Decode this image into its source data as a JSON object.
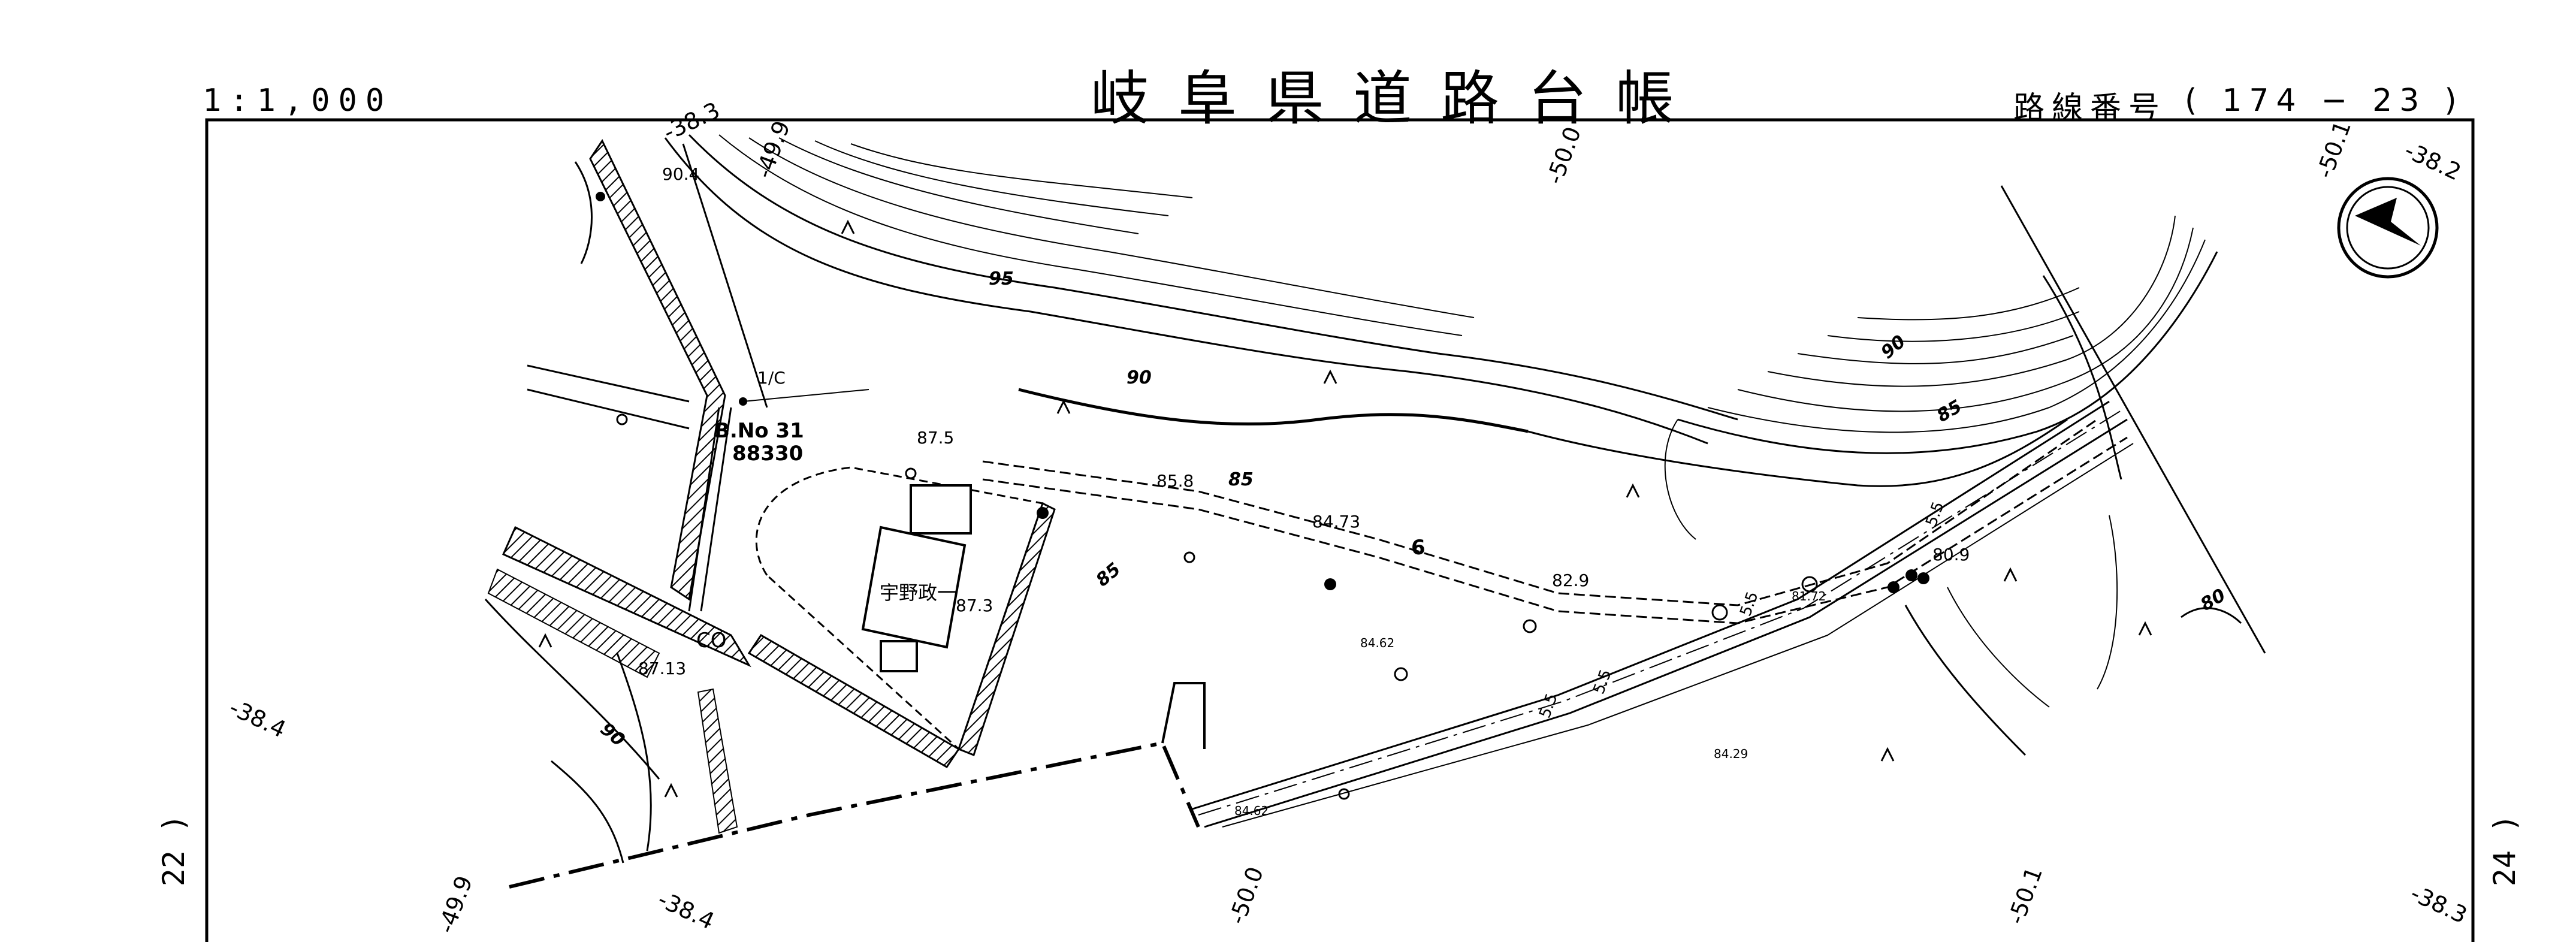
{
  "header": {
    "title": "岐阜県道路台帳",
    "scale": "1:1,000",
    "route_label": "路線番号",
    "route_open": "(",
    "route_number": "174",
    "route_sep": "−",
    "route_sheet": "23",
    "route_close": ")"
  },
  "adjacent_sheets": {
    "left": "22 )",
    "right": "24 )"
  },
  "coordinates": {
    "top": [
      "-38.3",
      "-49.9",
      "-50.0",
      "-50.1",
      "-38.2"
    ],
    "bottom": [
      "-49.9",
      "-38.4",
      "-50.0",
      "-50.1",
      "-38.3"
    ],
    "left": "-38.4"
  },
  "benchmark": {
    "id": "B.No 31",
    "code": "88330",
    "mark": "1/C"
  },
  "spot_elevations": [
    "90.4",
    "87.5",
    "85.8",
    "84.73",
    "82.9",
    "80.9",
    "87.3",
    "87.13",
    "84.62",
    "84.62",
    "84.29",
    "81.72"
  ],
  "contour_labels": [
    "95",
    "90",
    "85",
    "85",
    "90",
    "85",
    "90",
    "80"
  ],
  "building_label": "宇野政一",
  "road_marks": [
    "6",
    "CO",
    "5.5",
    "5.5",
    "5.5",
    "5.5"
  ],
  "icons": [
    "north-arrow-icon",
    "manhole-icon",
    "utility-pole-icon",
    "tree-icon",
    "grass-icon"
  ]
}
